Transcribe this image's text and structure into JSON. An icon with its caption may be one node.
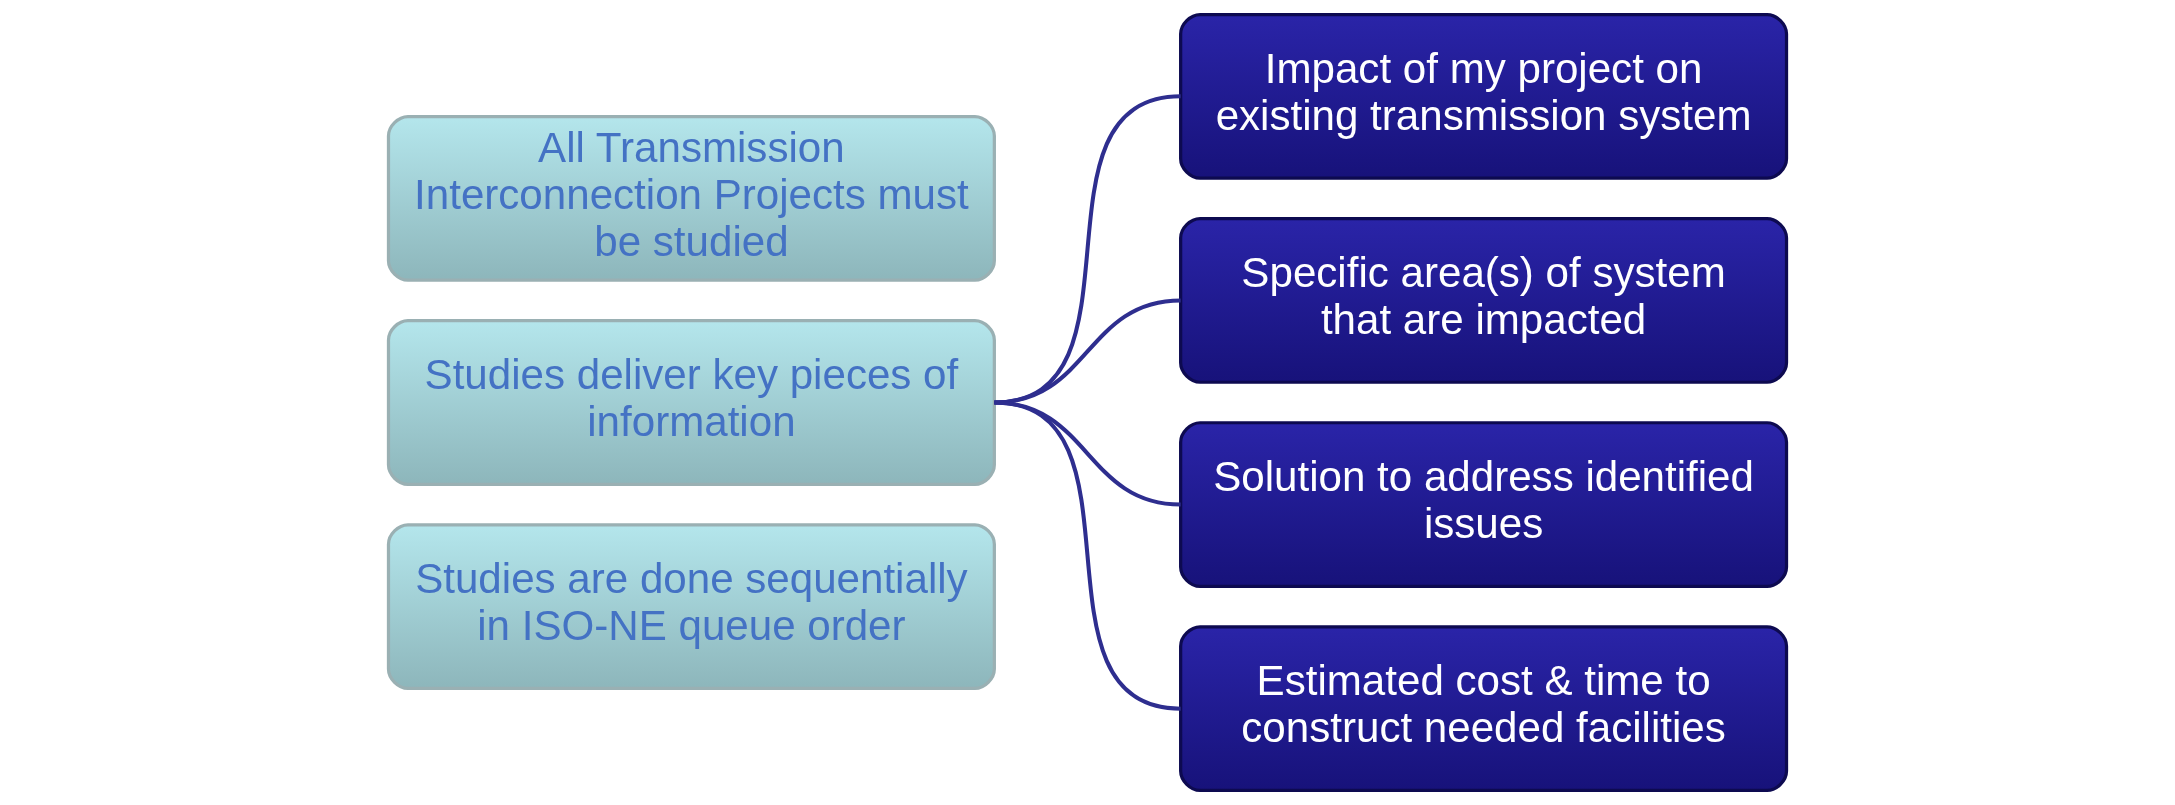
{
  "diagram": {
    "nodes": [
      {
        "text": [
          "All Transmission Interconnection Projects must be studied"
        ]
      },
      {
        "text": [
          "Studies deliver key pieces of information"
        ]
      },
      {
        "text": [
          "Studies are done sequentially in ISO-NE queue order"
        ]
      },
      {
        "text": [
          "Impact of my project on existing transmission system"
        ]
      },
      {
        "text": [
          "Specific area(s) of system that are impacted"
        ]
      },
      {
        "text": [
          "Solution to address identified issues"
        ]
      },
      {
        "text": [
          "Estimated cost & time to construct needed facilities"
        ]
      }
    ],
    "edges": [
      {
        "from": 1,
        "to": 3,
        "arrow": "none"
      },
      {
        "from": 1,
        "to": 4,
        "arrow": "none"
      },
      {
        "from": 1,
        "to": 5,
        "arrow": "none"
      },
      {
        "from": 1,
        "to": 6,
        "arrow": "none"
      }
    ]
  }
}
